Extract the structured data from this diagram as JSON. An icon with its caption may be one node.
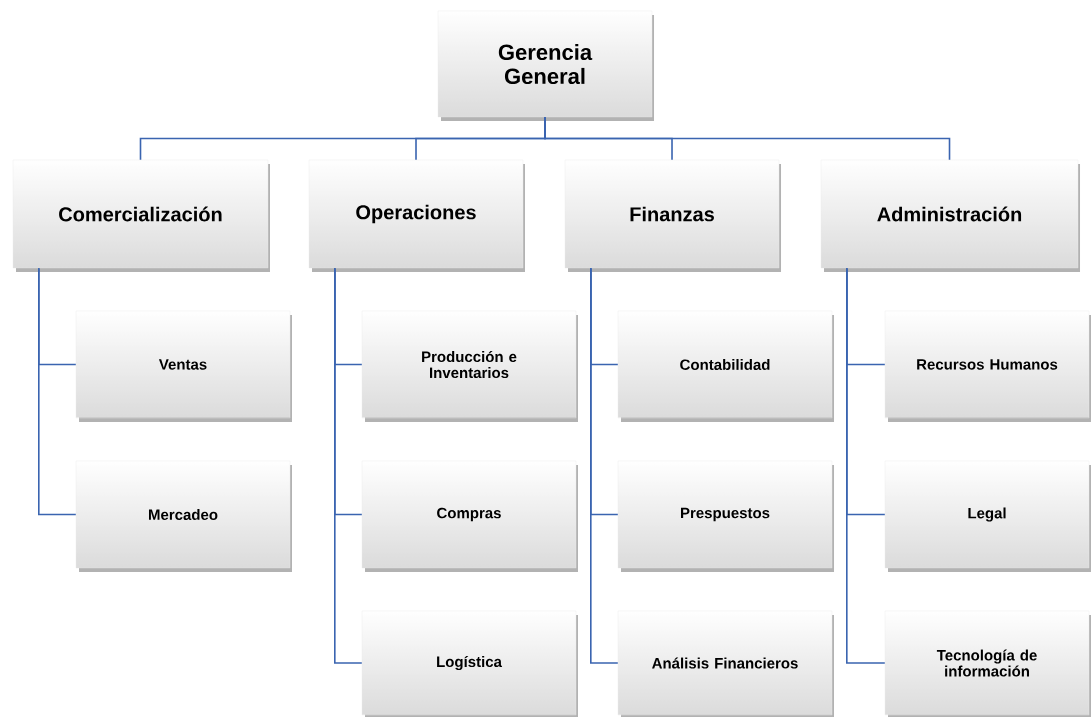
{
  "diagram": {
    "nodes": [
      {
        "text": [
          "Gerencia General"
        ]
      },
      {
        "text": [
          "Comercialización"
        ]
      },
      {
        "text": [
          "Operaciones"
        ]
      },
      {
        "text": [
          "Finanzas"
        ]
      },
      {
        "text": [
          "Administración"
        ]
      },
      {
        "text": [
          "Ventas"
        ]
      },
      {
        "text": [
          "Mercadeo"
        ]
      },
      {
        "text": [
          "Producción e Inventarios"
        ]
      },
      {
        "text": [
          "Compras"
        ]
      },
      {
        "text": [
          "Logística"
        ]
      },
      {
        "text": [
          "Contabilidad"
        ]
      },
      {
        "text": [
          "Prespuestos"
        ]
      },
      {
        "text": [
          "Análisis Financieros"
        ]
      },
      {
        "text": [
          "Recursos Humanos"
        ]
      },
      {
        "text": [
          "Legal"
        ]
      },
      {
        "text": [
          "Tecnología de información"
        ]
      }
    ],
    "edges": [
      {
        "from": 0,
        "to": 1,
        "arrow": "none"
      },
      {
        "from": 0,
        "to": 2,
        "arrow": "none"
      },
      {
        "from": 0,
        "to": 3,
        "arrow": "none"
      },
      {
        "from": 0,
        "to": 4,
        "arrow": "none"
      },
      {
        "from": 1,
        "to": 5,
        "arrow": "none"
      },
      {
        "from": 1,
        "to": 6,
        "arrow": "none"
      },
      {
        "from": 2,
        "to": 7,
        "arrow": "none"
      },
      {
        "from": 2,
        "to": 8,
        "arrow": "none"
      },
      {
        "from": 2,
        "to": 9,
        "arrow": "none"
      },
      {
        "from": 3,
        "to": 10,
        "arrow": "none"
      },
      {
        "from": 3,
        "to": 11,
        "arrow": "none"
      },
      {
        "from": 3,
        "to": 12,
        "arrow": "none"
      },
      {
        "from": 4,
        "to": 13,
        "arrow": "none"
      },
      {
        "from": 4,
        "to": 14,
        "arrow": "none"
      },
      {
        "from": 4,
        "to": 15,
        "arrow": "none"
      }
    ]
  }
}
